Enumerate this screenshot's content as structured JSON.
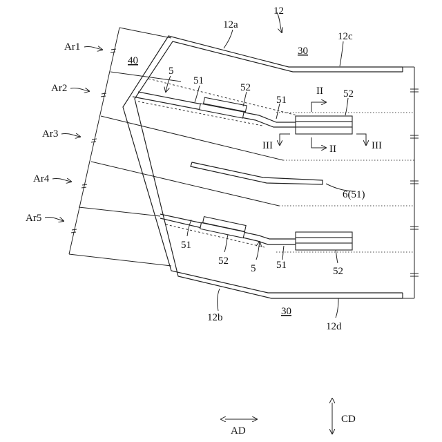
{
  "labels": {
    "ref_12": "12",
    "ref_12a": "12a",
    "ref_12b": "12b",
    "ref_12c": "12c",
    "ref_12d": "12d",
    "ref_30_top": "30",
    "ref_30_bottom": "30",
    "ref_40": "40",
    "ref_5_top": "5",
    "ref_5_bottom": "5",
    "ref_51_a": "51",
    "ref_51_b": "51",
    "ref_51_c": "51",
    "ref_51_d": "51",
    "ref_52_a": "52",
    "ref_52_b": "52",
    "ref_52_c": "52",
    "ref_52_d": "52",
    "ref_6": "6(51)",
    "section_II_top": "II",
    "section_II_bottom": "II",
    "section_III_left": "III",
    "section_III_right": "III",
    "area_ar1": "Ar1",
    "area_ar2": "Ar2",
    "area_ar3": "Ar3",
    "area_ar4": "Ar4",
    "area_ar5": "Ar5",
    "axis_ad": "AD",
    "axis_cd": "CD"
  }
}
